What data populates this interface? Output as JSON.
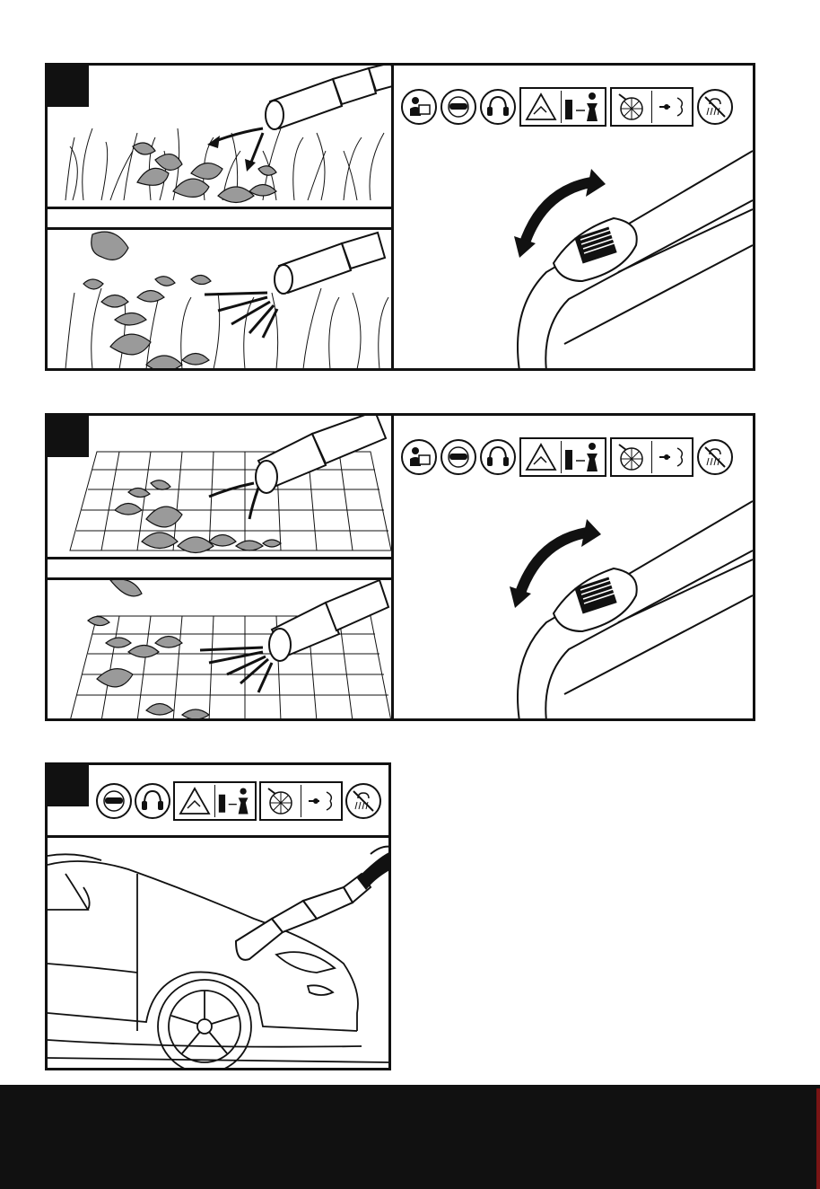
{
  "sections": [
    {
      "id": "grass",
      "icons": [
        "read-manual-icon",
        "safety-goggles-icon",
        "ear-protection-icon",
        "bystander-distance-icon",
        "rotating-fan-icon",
        "no-rain-icon"
      ]
    },
    {
      "id": "paving",
      "icons": [
        "read-manual-icon",
        "safety-goggles-icon",
        "ear-protection-icon",
        "bystander-distance-icon",
        "rotating-fan-icon",
        "no-rain-icon"
      ]
    },
    {
      "id": "car",
      "icons": [
        "safety-goggles-icon",
        "ear-protection-icon",
        "bystander-distance-icon",
        "rotating-fan-icon",
        "no-rain-icon"
      ]
    }
  ],
  "colors": {
    "ink": "#111111",
    "footer": "#111111",
    "accent_edge": "#7a1515",
    "leaf_fill": "#9a9a9a"
  }
}
